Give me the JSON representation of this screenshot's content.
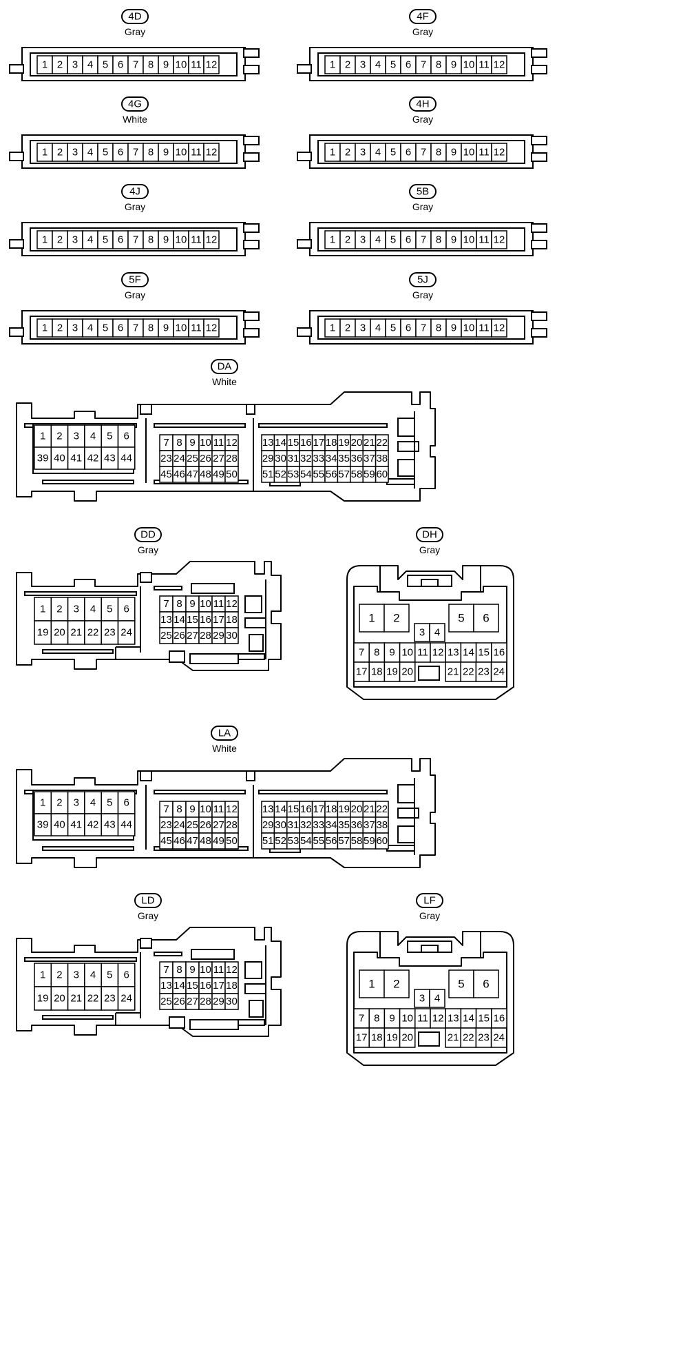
{
  "connectors": [
    {
      "id": "4D",
      "color": "Gray",
      "pins": [
        "1",
        "2",
        "3",
        "4",
        "5",
        "6",
        "7",
        "8",
        "9",
        "10",
        "11",
        "12"
      ]
    },
    {
      "id": "4F",
      "color": "Gray",
      "pins": [
        "1",
        "2",
        "3",
        "4",
        "5",
        "6",
        "7",
        "8",
        "9",
        "10",
        "11",
        "12"
      ]
    },
    {
      "id": "4G",
      "color": "White",
      "pins": [
        "1",
        "2",
        "3",
        "4",
        "5",
        "6",
        "7",
        "8",
        "9",
        "10",
        "11",
        "12"
      ]
    },
    {
      "id": "4H",
      "color": "Gray",
      "pins": [
        "1",
        "2",
        "3",
        "4",
        "5",
        "6",
        "7",
        "8",
        "9",
        "10",
        "11",
        "12"
      ]
    },
    {
      "id": "4J",
      "color": "Gray",
      "pins": [
        "1",
        "2",
        "3",
        "4",
        "5",
        "6",
        "7",
        "8",
        "9",
        "10",
        "11",
        "12"
      ]
    },
    {
      "id": "5B",
      "color": "Gray",
      "pins": [
        "1",
        "2",
        "3",
        "4",
        "5",
        "6",
        "7",
        "8",
        "9",
        "10",
        "11",
        "12"
      ]
    },
    {
      "id": "5F",
      "color": "Gray",
      "pins": [
        "1",
        "2",
        "3",
        "4",
        "5",
        "6",
        "7",
        "8",
        "9",
        "10",
        "11",
        "12"
      ]
    },
    {
      "id": "5J",
      "color": "Gray",
      "pins": [
        "1",
        "2",
        "3",
        "4",
        "5",
        "6",
        "7",
        "8",
        "9",
        "10",
        "11",
        "12"
      ]
    },
    {
      "id": "DA",
      "color": "White",
      "pins": [
        [
          "1",
          "2",
          "3",
          "4",
          "5",
          "6"
        ],
        [
          "39",
          "40",
          "41",
          "42",
          "43",
          "44"
        ],
        [
          "7",
          "8",
          "9",
          "10",
          "11",
          "12"
        ],
        [
          "23",
          "24",
          "25",
          "26",
          "27",
          "28"
        ],
        [
          "45",
          "46",
          "47",
          "48",
          "49",
          "50"
        ],
        [
          "13",
          "14",
          "15",
          "16",
          "17",
          "18",
          "19",
          "20",
          "21",
          "22"
        ],
        [
          "29",
          "30",
          "31",
          "32",
          "33",
          "34",
          "35",
          "36",
          "37",
          "38"
        ],
        [
          "51",
          "52",
          "53",
          "54",
          "55",
          "56",
          "57",
          "58",
          "59",
          "60"
        ]
      ]
    },
    {
      "id": "DD",
      "color": "Gray",
      "pins": [
        [
          "1",
          "2",
          "3",
          "4",
          "5",
          "6"
        ],
        [
          "19",
          "20",
          "21",
          "22",
          "23",
          "24"
        ],
        [
          "7",
          "8",
          "9",
          "10",
          "11",
          "12"
        ],
        [
          "13",
          "14",
          "15",
          "16",
          "17",
          "18"
        ],
        [
          "25",
          "26",
          "27",
          "28",
          "29",
          "30"
        ]
      ]
    },
    {
      "id": "DH",
      "color": "Gray",
      "pins": [
        [
          "1",
          "2"
        ],
        [
          "5",
          "6"
        ],
        [
          "3",
          "4"
        ],
        [
          "7",
          "8",
          "9",
          "10",
          "11",
          "12",
          "13",
          "14",
          "15",
          "16"
        ],
        [
          "17",
          "18",
          "19",
          "20"
        ],
        [
          "21",
          "22",
          "23",
          "24"
        ]
      ]
    },
    {
      "id": "LA",
      "color": "White",
      "pins": [
        [
          "1",
          "2",
          "3",
          "4",
          "5",
          "6"
        ],
        [
          "39",
          "40",
          "41",
          "42",
          "43",
          "44"
        ],
        [
          "7",
          "8",
          "9",
          "10",
          "11",
          "12"
        ],
        [
          "23",
          "24",
          "25",
          "26",
          "27",
          "28"
        ],
        [
          "45",
          "46",
          "47",
          "48",
          "49",
          "50"
        ],
        [
          "13",
          "14",
          "15",
          "16",
          "17",
          "18",
          "19",
          "20",
          "21",
          "22"
        ],
        [
          "29",
          "30",
          "31",
          "32",
          "33",
          "34",
          "35",
          "36",
          "37",
          "38"
        ],
        [
          "51",
          "52",
          "53",
          "54",
          "55",
          "56",
          "57",
          "58",
          "59",
          "60"
        ]
      ]
    },
    {
      "id": "LD",
      "color": "Gray",
      "pins": [
        [
          "1",
          "2",
          "3",
          "4",
          "5",
          "6"
        ],
        [
          "19",
          "20",
          "21",
          "22",
          "23",
          "24"
        ],
        [
          "7",
          "8",
          "9",
          "10",
          "11",
          "12"
        ],
        [
          "13",
          "14",
          "15",
          "16",
          "17",
          "18"
        ],
        [
          "25",
          "26",
          "27",
          "28",
          "29",
          "30"
        ]
      ]
    },
    {
      "id": "LF",
      "color": "Gray",
      "pins": [
        [
          "1",
          "2"
        ],
        [
          "5",
          "6"
        ],
        [
          "3",
          "4"
        ],
        [
          "7",
          "8",
          "9",
          "10",
          "11",
          "12",
          "13",
          "14",
          "15",
          "16"
        ],
        [
          "17",
          "18",
          "19",
          "20"
        ],
        [
          "21",
          "22",
          "23",
          "24"
        ]
      ]
    }
  ]
}
